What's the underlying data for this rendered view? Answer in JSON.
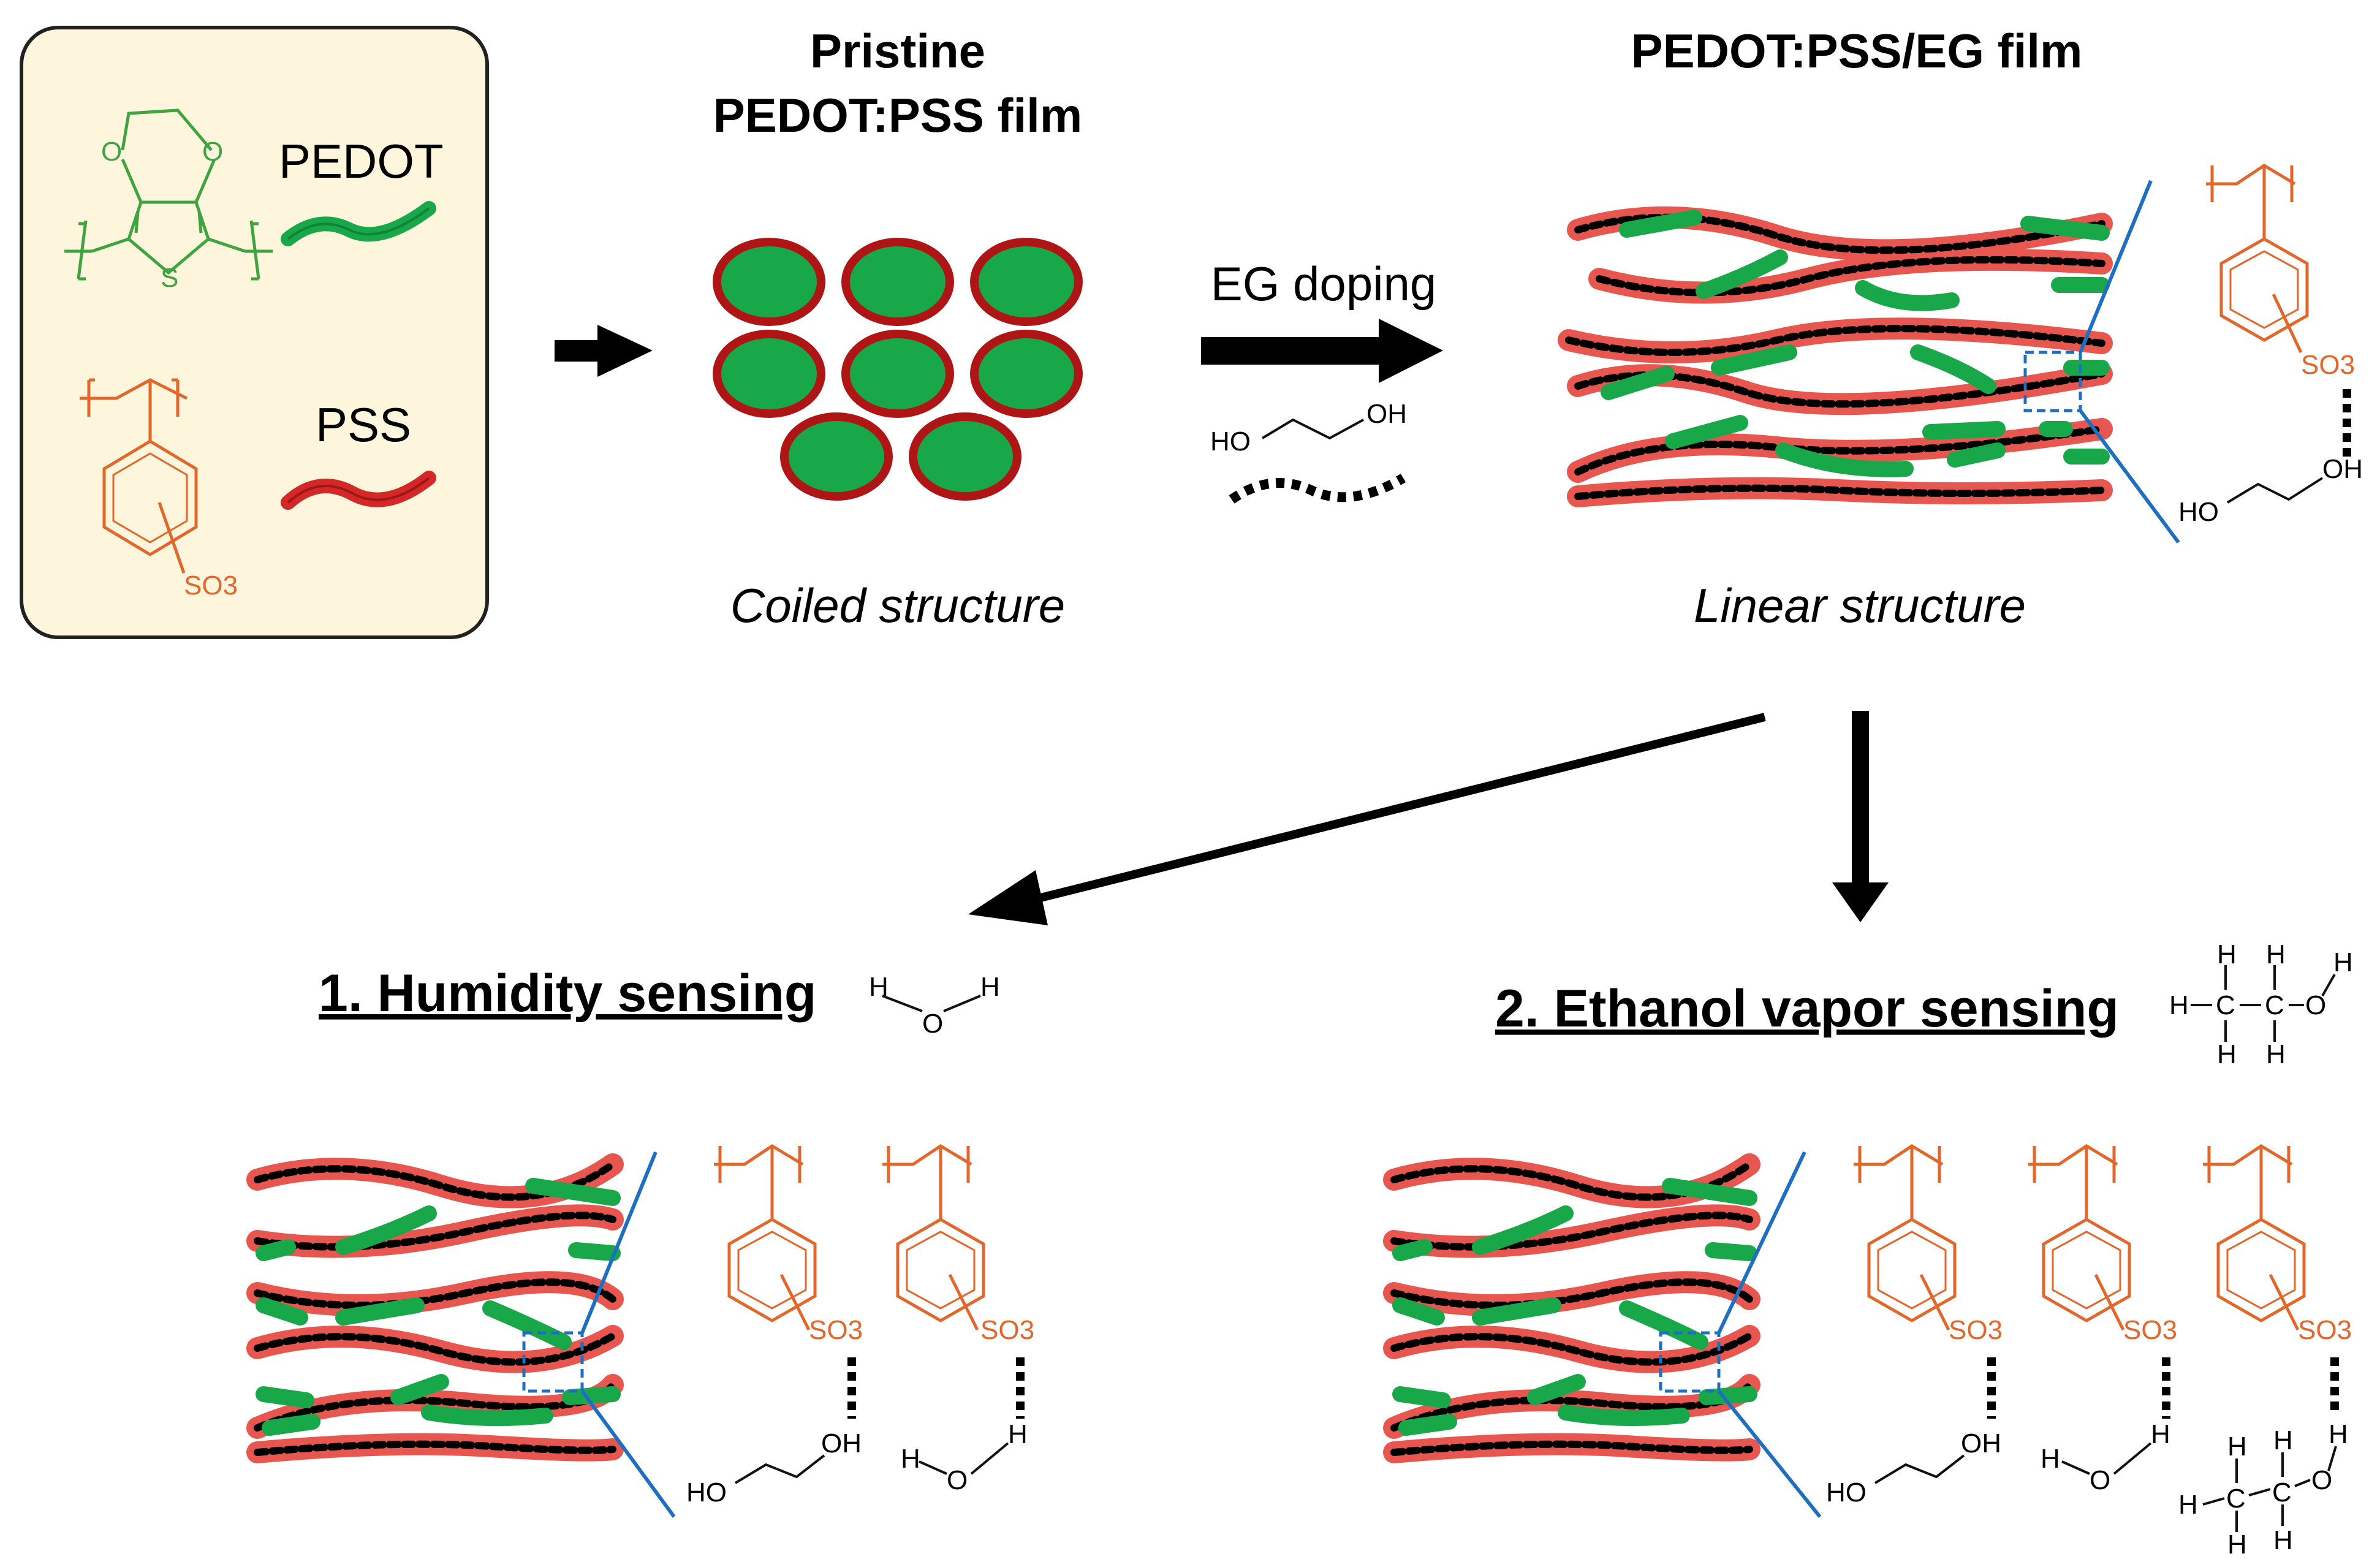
{
  "legend": {
    "pedot_label": "PEDOT",
    "pss_label": "PSS",
    "edot_o1": "O",
    "edot_o2": "O",
    "edot_s": "S",
    "pss_so3": "SO3"
  },
  "pristine": {
    "title_line1": "Pristine",
    "title_line2": "PEDOT:PSS film",
    "caption": "Coiled structure"
  },
  "doping": {
    "label": "EG doping",
    "eg_left": "HO",
    "eg_right": "OH"
  },
  "eg_film": {
    "title": "PEDOT:PSS/EG film",
    "caption": "Linear structure",
    "zoom": {
      "so3": "SO3",
      "eg_left": "HO",
      "eg_right": "OH"
    }
  },
  "humidity": {
    "title": "1. Humidity sensing",
    "water": [
      "H",
      "O",
      "H"
    ],
    "zoom": {
      "so3_a": "SO3",
      "so3_b": "SO3",
      "eg_left": "HO",
      "eg_right": "OH",
      "water": [
        "H",
        "O",
        "H"
      ]
    }
  },
  "ethanol": {
    "title": "2. Ethanol vapor sensing",
    "molecule": [
      "H",
      "H",
      "H",
      "C",
      "C",
      "O",
      "H",
      "H",
      "H"
    ],
    "zoom": {
      "so3_a": "SO3",
      "so3_b": "SO3",
      "so3_c": "SO3",
      "eg_left": "HO",
      "eg_right": "OH",
      "water": [
        "H",
        "O",
        "H"
      ]
    }
  },
  "colors": {
    "pedot": "#18a84a",
    "pss": "#e8574f",
    "pss_dark": "#b01515",
    "legend_bg": "#fdf6dc",
    "zoom_line": "#1e6fc2",
    "pss_chem": "#e3672a",
    "pedot_chem": "#3fa33f"
  }
}
